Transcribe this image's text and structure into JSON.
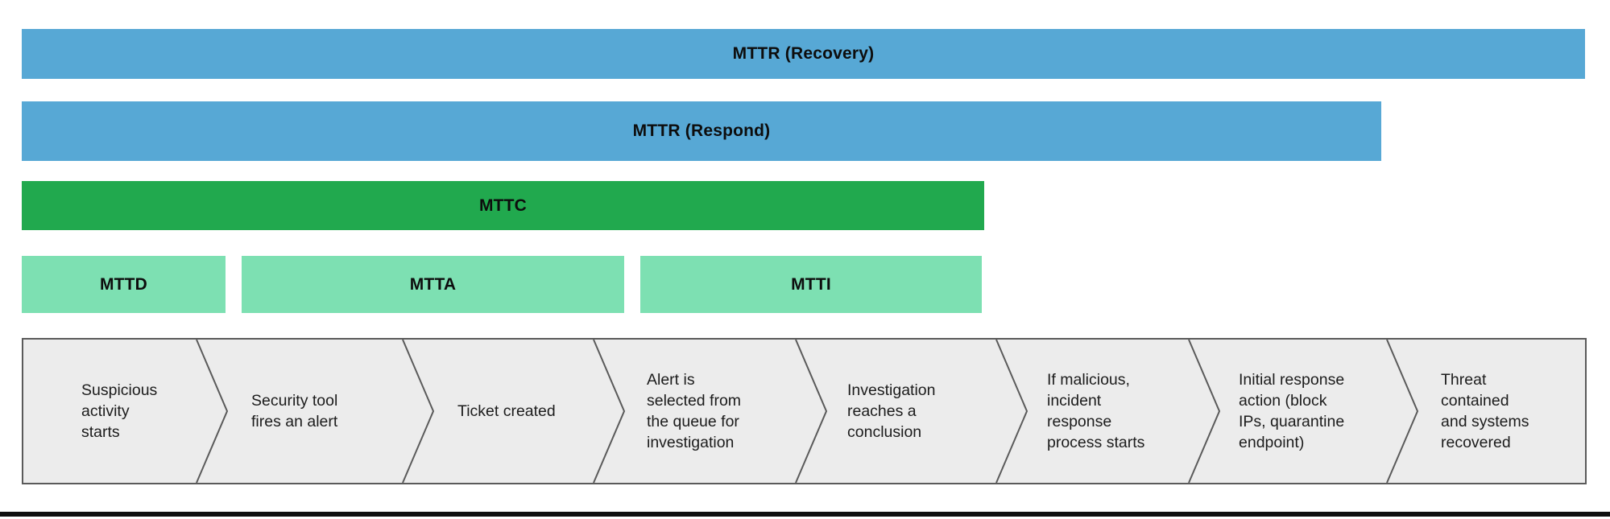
{
  "diagram": {
    "type": "security-metrics-timeline",
    "colors": {
      "respond_recovery_bar": "#57A8D5",
      "containment_bar": "#21A94E",
      "detection_bars": "#7DE0B2",
      "timeline_background": "#ECECEC",
      "timeline_border": "#5A5A5A",
      "bottom_rule": "#101010",
      "text": "#1C1C1C"
    }
  },
  "bars": [
    {
      "id": "mttr-recovery",
      "label": "MTTR (Recovery)",
      "color": "#57A8D5"
    },
    {
      "id": "mttr-respond",
      "label": "MTTR (Respond)",
      "color": "#57A8D5"
    },
    {
      "id": "mttc",
      "label": "MTTC",
      "color": "#21A94E"
    },
    {
      "id": "mttd",
      "label": "MTTD",
      "color": "#7DE0B2"
    },
    {
      "id": "mtta",
      "label": "MTTA",
      "color": "#7DE0B2"
    },
    {
      "id": "mtti",
      "label": "MTTI",
      "color": "#7DE0B2"
    }
  ],
  "timeline": {
    "stages": [
      {
        "label": "Suspicious\nactivity\nstarts"
      },
      {
        "label": "Security tool\nfires an alert"
      },
      {
        "label": "Ticket created"
      },
      {
        "label": "Alert is\nselected from\nthe queue for\ninvestigation"
      },
      {
        "label": "Investigation\nreaches a\nconclusion"
      },
      {
        "label": "If malicious,\nincident\nresponse\nprocess starts"
      },
      {
        "label": "Initial response\naction (block\nIPs, quarantine\nendpoint)"
      },
      {
        "label": "Threat\ncontained\nand systems\nrecovered"
      }
    ]
  }
}
